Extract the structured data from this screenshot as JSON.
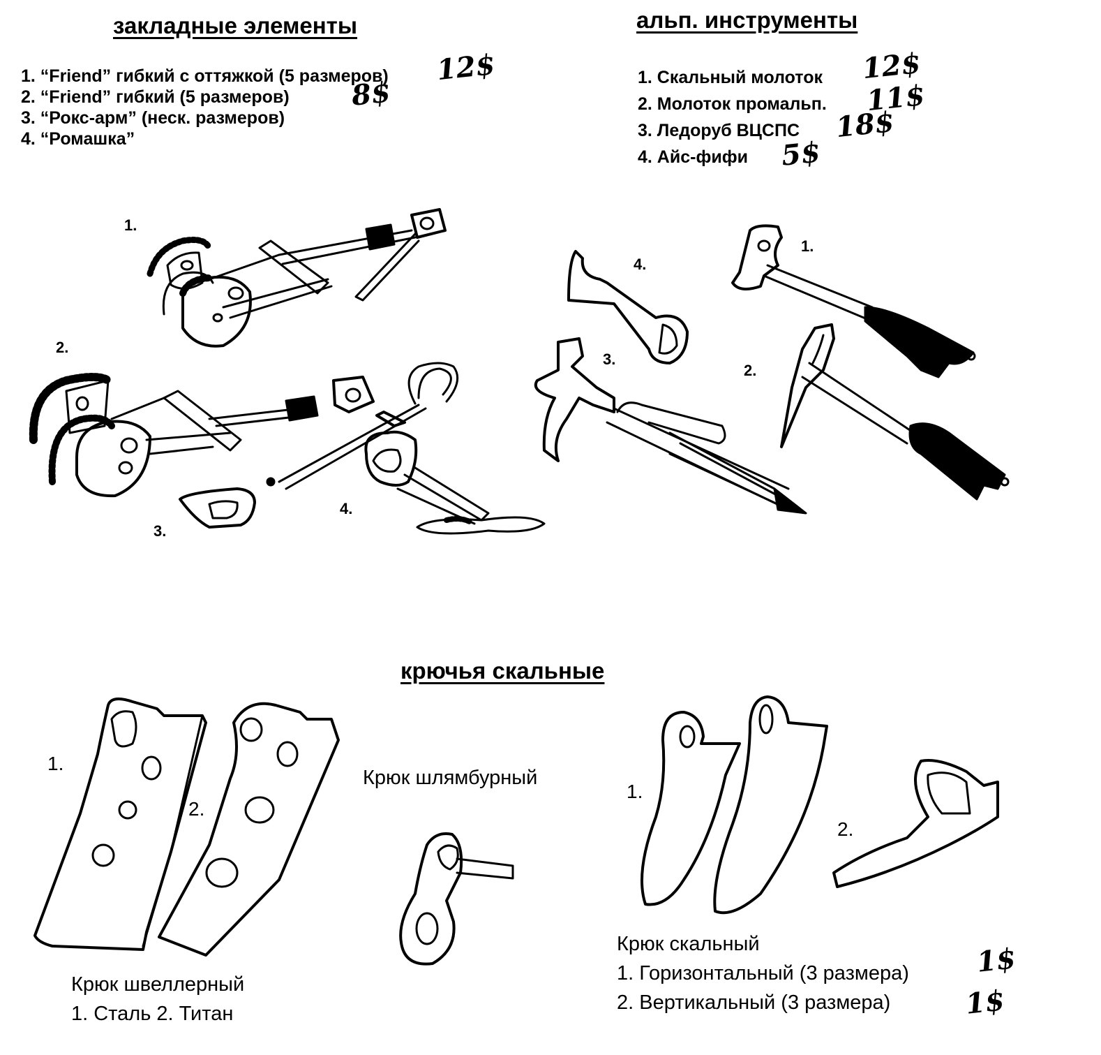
{
  "sections": {
    "chocks": {
      "title": "закладные элементы",
      "items": [
        {
          "text": "1. “Friend” гибкий с оттяжкой (5 размеров)",
          "price": "12$"
        },
        {
          "text": "2.  “Friend” гибкий (5 размеров)",
          "price": "8$"
        },
        {
          "text": "3. “Рокс-арм” (неск. размеров)",
          "price": ""
        },
        {
          "text": "4. “Ромашка”",
          "price": ""
        }
      ],
      "figure_labels": [
        "1.",
        "2.",
        "3.",
        "4."
      ]
    },
    "tools": {
      "title": "альп. инструменты",
      "items": [
        {
          "text": "1. Скальный молоток",
          "price": "12$"
        },
        {
          "text": "2. Молоток промальп.",
          "price": "11$"
        },
        {
          "text": "3. Ледоруб ВЦСПС",
          "price": "18$"
        },
        {
          "text": "4. Айс-фифи",
          "price": "5$"
        }
      ],
      "figure_labels": [
        "1.",
        "2.",
        "3.",
        "4."
      ]
    },
    "pitons": {
      "title": "крючья скальные",
      "channel": {
        "caption": "Крюк швеллерный",
        "variants": "1. Сталь    2. Титан",
        "figure_labels": [
          "1.",
          "2."
        ]
      },
      "bolt": {
        "caption": "Крюк шлямбурный"
      },
      "rock": {
        "caption": "Крюк скальный",
        "items": [
          {
            "text": "1. Горизонтальный (3 размера)",
            "price": "1$"
          },
          {
            "text": "2. Вертикальный (3 размера)",
            "price": "1$"
          }
        ],
        "figure_labels": [
          "1.",
          "2."
        ]
      }
    }
  }
}
